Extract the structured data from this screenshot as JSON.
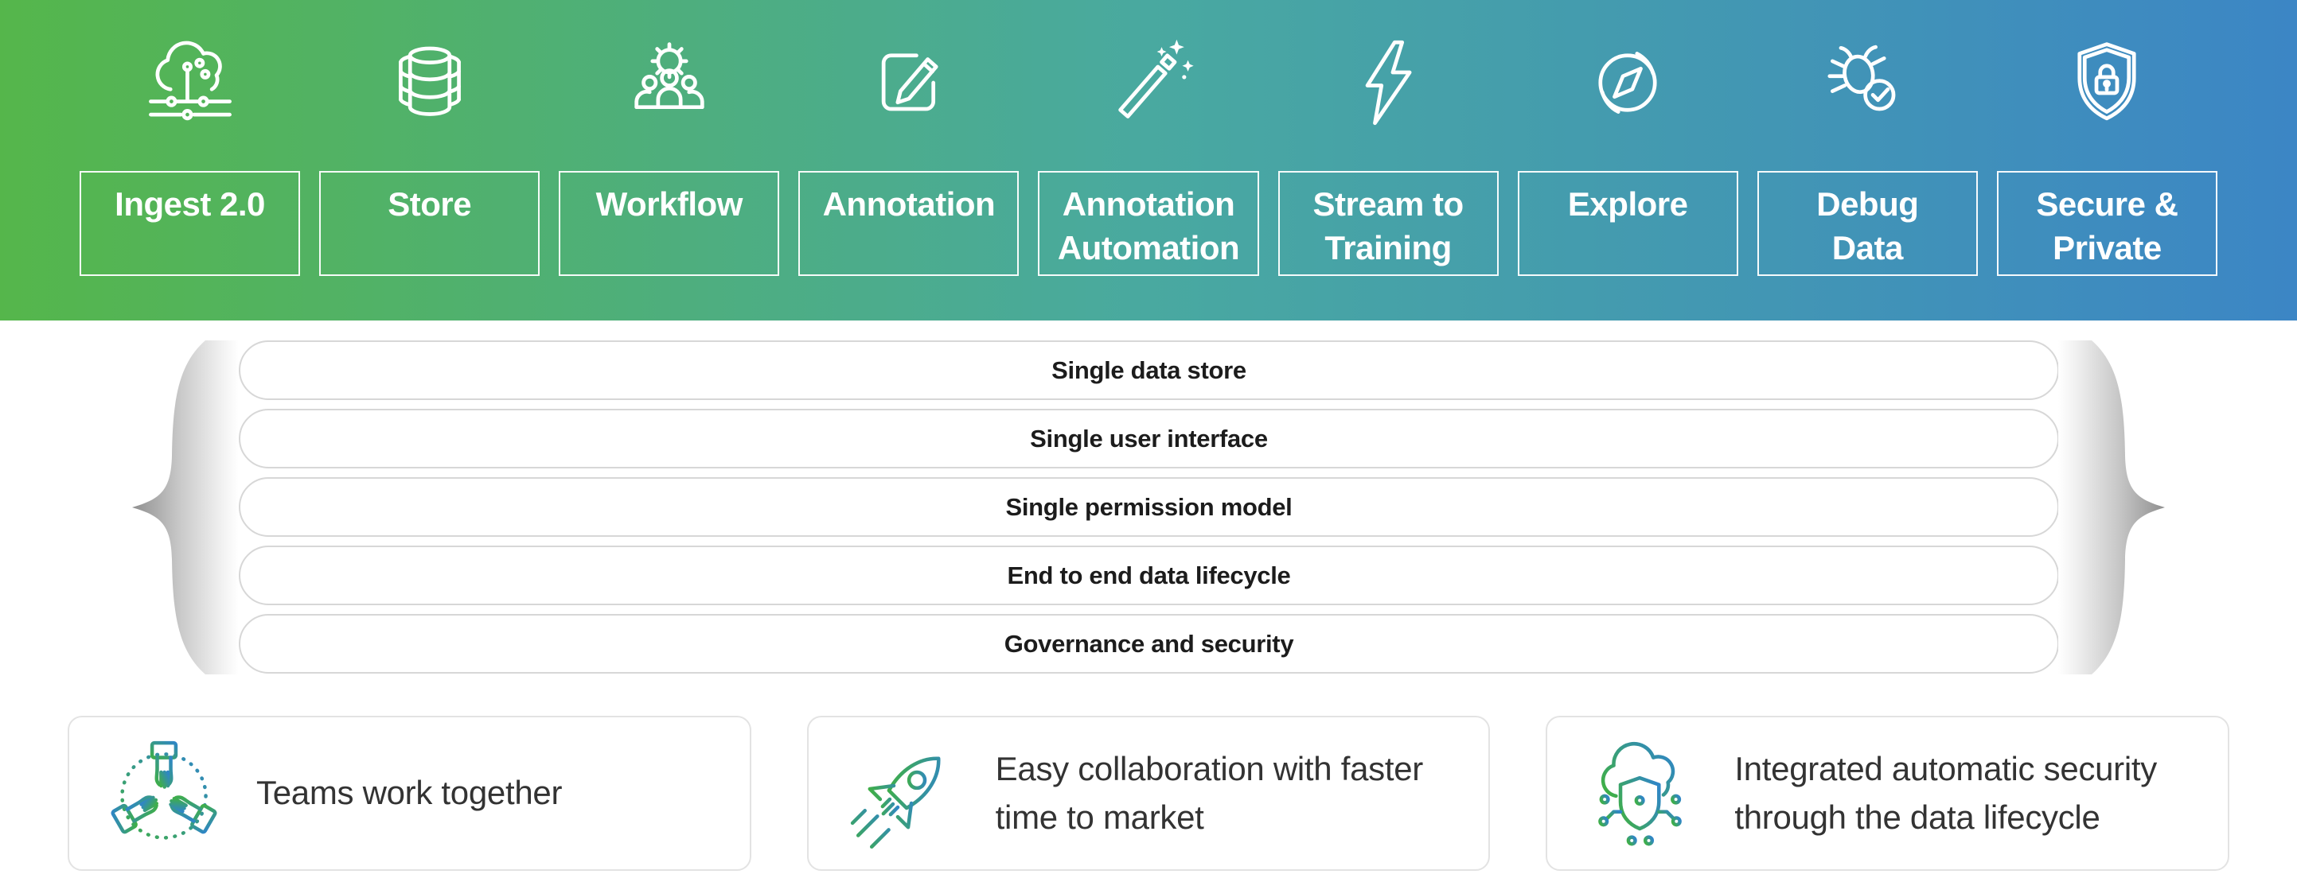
{
  "banner": {
    "gradient": {
      "left": "#55b64b",
      "mid": "#49a9a0",
      "right": "#3c86c5"
    },
    "items": [
      {
        "icon": "cloud-circuit-icon",
        "label": "Ingest 2.0"
      },
      {
        "icon": "database-icon",
        "label": "Store"
      },
      {
        "icon": "team-gear-icon",
        "label": "Workflow"
      },
      {
        "icon": "edit-pencil-icon",
        "label": "Annotation"
      },
      {
        "icon": "magic-wand-icon",
        "label": "Annotation\nAutomation"
      },
      {
        "icon": "lightning-icon",
        "label": "Stream to\nTraining"
      },
      {
        "icon": "compass-icon",
        "label": "Explore"
      },
      {
        "icon": "bug-check-icon",
        "label": "Debug\nData"
      },
      {
        "icon": "shield-lock-icon",
        "label": "Secure &\nPrivate"
      }
    ]
  },
  "pills": {
    "items": [
      "Single data store",
      "Single user interface",
      "Single permission model",
      "End to end data lifecycle",
      "Governance and security"
    ]
  },
  "cards": [
    {
      "icon": "teamwork-hands-icon",
      "text": "Teams work together"
    },
    {
      "icon": "rocket-icon",
      "text": "Easy collaboration with faster time to market"
    },
    {
      "icon": "secure-cloud-icon",
      "text": "Integrated automatic security through the data lifecycle"
    }
  ],
  "icon_colors": {
    "green": "#3fae49",
    "blue": "#2f86c6"
  }
}
